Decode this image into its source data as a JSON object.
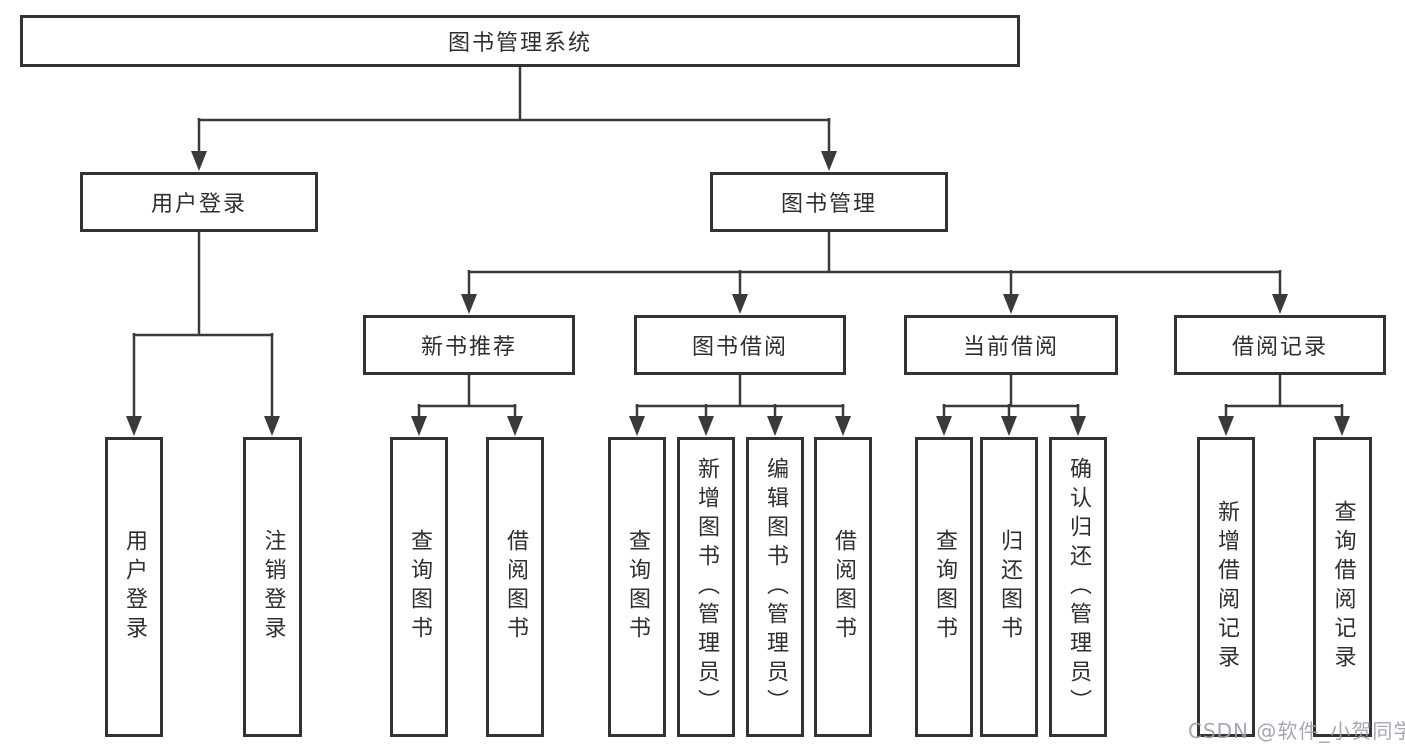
{
  "tree": {
    "root": {
      "label": "图书管理系统",
      "children": [
        {
          "label": "用户登录",
          "children": [
            {
              "label": "用户登录"
            },
            {
              "label": "注销登录"
            }
          ]
        },
        {
          "label": "图书管理",
          "children": [
            {
              "label": "新书推荐",
              "children": [
                {
                  "label": "查询图书"
                },
                {
                  "label": "借阅图书"
                }
              ]
            },
            {
              "label": "图书借阅",
              "children": [
                {
                  "label": "查询图书"
                },
                {
                  "label": "新增图书（管理员）"
                },
                {
                  "label": "编辑图书（管理员）"
                },
                {
                  "label": "借阅图书"
                }
              ]
            },
            {
              "label": "当前借阅",
              "children": [
                {
                  "label": "查询图书"
                },
                {
                  "label": "归还图书"
                },
                {
                  "label": "确认归还（管理员）"
                }
              ]
            },
            {
              "label": "借阅记录",
              "children": [
                {
                  "label": "新增借阅记录"
                },
                {
                  "label": "查询借阅记录"
                }
              ]
            }
          ]
        }
      ]
    }
  },
  "watermark": {
    "text": "CSDN @软件_小贺同学"
  },
  "colors": {
    "line": "#3a3a3a",
    "box_border": "#333333",
    "box_fill": "#ffffff",
    "text": "#2f2f2f",
    "watermark": "#9aa0a9"
  }
}
